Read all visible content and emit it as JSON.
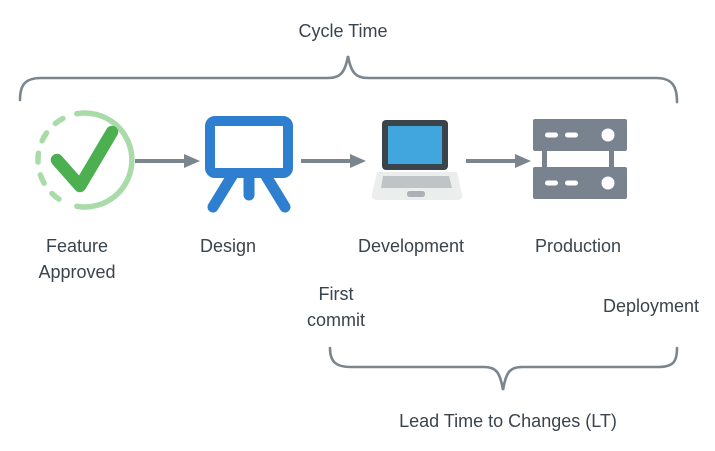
{
  "header": {
    "cycle_time_label": "Cycle Time"
  },
  "stages": [
    {
      "label": "Feature Approved",
      "icon": "check-circle-icon"
    },
    {
      "label": "Design",
      "icon": "easel-icon"
    },
    {
      "label": "Development",
      "icon": "laptop-icon"
    },
    {
      "label": "Production",
      "icon": "server-icon"
    }
  ],
  "milestones": {
    "first_commit": "First commit",
    "deployment": "Deployment"
  },
  "footer": {
    "lead_time_label": "Lead Time to Changes (LT)"
  },
  "colors": {
    "text": "#3A444C",
    "brace": "#7A858E",
    "arrow": "#7A858E",
    "check_green": "#4CAF50",
    "check_ring_green": "#A9DBA9",
    "design_blue": "#2E7FD0",
    "laptop_frame": "#3C444B",
    "laptop_screen": "#41A6DE",
    "laptop_base": "#ECEDED",
    "laptop_keyboard": "#BFC4C7",
    "server_gray": "#78838F",
    "background": "#FFFFFF"
  }
}
